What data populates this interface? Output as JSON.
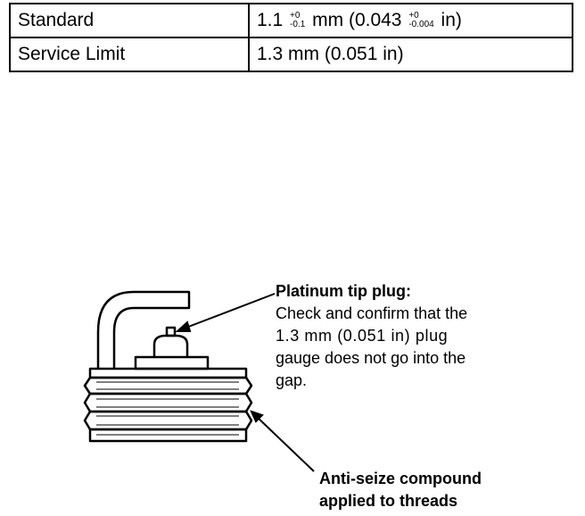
{
  "spec_table": {
    "rows": [
      {
        "label": "Standard",
        "value_prefix": "1.1",
        "value_tol_upper": "+0",
        "value_tol_lower": "-0.1",
        "value_mid": "mm (0.043",
        "value_in_tol_upper": "+0",
        "value_in_tol_lower": "-0.004",
        "value_suffix": "in)"
      },
      {
        "label": "Service Limit",
        "value": "1.3 mm (0.051 in)"
      }
    ]
  },
  "illustration": {
    "subject": "spark-plug",
    "callouts": {
      "platinum": {
        "heading": "Platinum tip plug:",
        "lines": [
          "Check and confirm that the",
          "1.3 mm (0.051 in) plug",
          "gauge does not go into the",
          "gap."
        ]
      },
      "antiseize": {
        "lines": [
          "Anti-seize compound",
          "applied to threads"
        ]
      }
    }
  }
}
